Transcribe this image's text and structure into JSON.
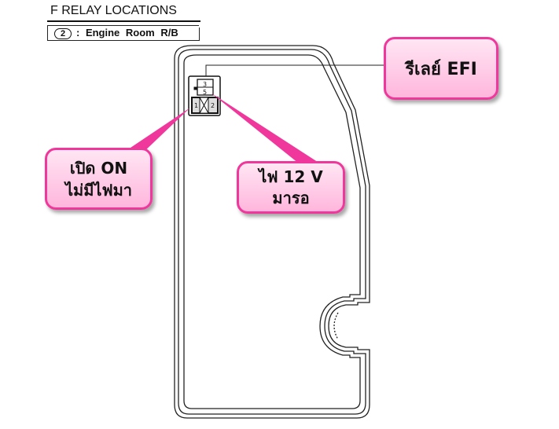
{
  "header": {
    "title": "F  RELAY LOCATIONS",
    "location_number": "2",
    "location_label": ": Engine Room R/B"
  },
  "relay": {
    "pins": [
      "3",
      "5",
      "1",
      "2"
    ]
  },
  "callouts": [
    {
      "text": "รีเลย์ EFI"
    },
    {
      "line1": "เปิด ON",
      "line2": "ไม่มีไฟมา"
    },
    {
      "line1": "ไฟ 12 V",
      "line2": "มารอ"
    }
  ],
  "colors": {
    "accent": "#f0389c",
    "fill": "#ffc6e4"
  }
}
